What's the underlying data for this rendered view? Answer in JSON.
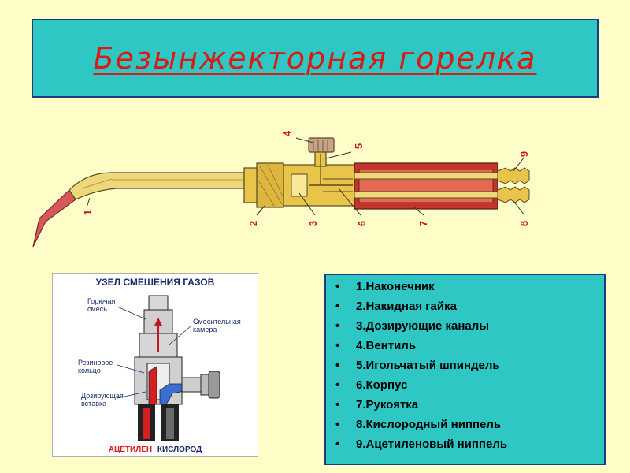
{
  "title": "Безынжекторная горелка",
  "callouts": {
    "c1": "1",
    "c2": "2",
    "c3": "3",
    "c4": "4",
    "c5": "5",
    "c6": "6",
    "c7": "7",
    "c8": "8",
    "c9": "9"
  },
  "inset": {
    "title": "УЗЕЛ СМЕШЕНИЯ ГАЗОВ",
    "labels": {
      "mixture_line1": "Горючая",
      "mixture_line2": "смесь",
      "chamber_line1": "Смесительная",
      "chamber_line2": "камера",
      "ring_line1": "Резиновое",
      "ring_line2": "кольцо",
      "insert_line1": "Дозирующая",
      "insert_line2": "вставка"
    },
    "gas_acetylene": "АЦЕТИЛЕН",
    "gas_oxygen": "КИСЛОРОД"
  },
  "legend": [
    "1.Наконечник",
    "2.Накидная гайка",
    "3.Дозирующие каналы",
    "4.Вентиль",
    "5.Игольчатый шпиндель",
    "6.Корпус",
    "7.Рукоятка",
    "8.Кислородный ниппель",
    "9.Ацетиленовый ниппель"
  ],
  "colors": {
    "background": "#fefdc8",
    "panel": "#2fc7c4",
    "title": "#d91b16",
    "brass": "#e8c44a",
    "handle": "#c5342a",
    "callout": "#c0181e"
  }
}
